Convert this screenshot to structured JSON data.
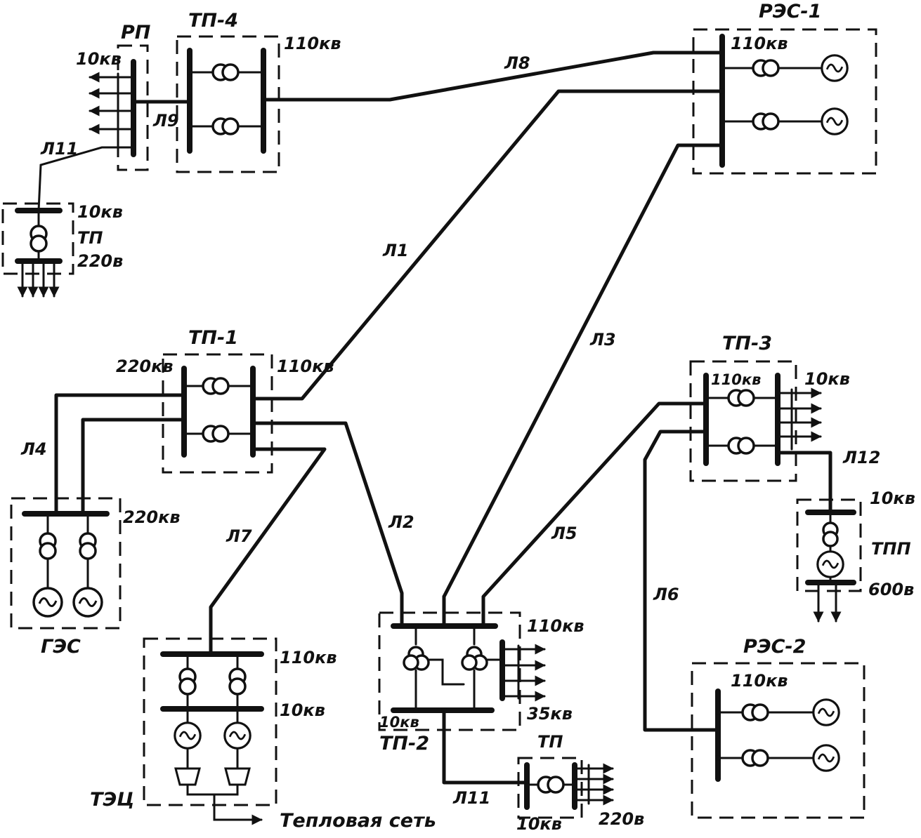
{
  "labels": {
    "rp": "РП",
    "tp4": "ТП-4",
    "res1": "РЭС-1",
    "tp1": "ТП-1",
    "tp3": "ТП-3",
    "res2": "РЭС-2",
    "ges": "ГЭС",
    "tec": "ТЭЦ",
    "tp2": "ТП-2",
    "tp_top": "ТП",
    "tp_bottom": "ТП",
    "tpp": "ТПП",
    "heat_network": "Тепловая сеть"
  },
  "voltages": {
    "rp_10kv": "10кв",
    "tp4_110kv": "110кв",
    "res1_110kv": "110кв",
    "tp_top_10kv": "10кв",
    "tp_top_220v": "220в",
    "tp1_220kv": "220кв",
    "tp1_110kv": "110кв",
    "tp3_110kv": "110кв",
    "tp3_10kv": "10кв",
    "ges_220kv": "220кв",
    "tpp_10kv": "10кв",
    "tpp_600v": "600в",
    "tec_110kv": "110кв",
    "tec_10kv": "10кв",
    "tp2_110kv": "110кв",
    "tp2_35kv": "35кв",
    "tp2_10kv": "10кв",
    "res2_110kv": "110кв",
    "tp_bottom_10kv": "10кв",
    "tp_bottom_220v": "220в"
  },
  "lines": {
    "l1": "Л1",
    "l2": "Л2",
    "l3": "Л3",
    "l4": "Л4",
    "l5": "Л5",
    "l6": "Л6",
    "l7": "Л7",
    "l8": "Л8",
    "l9": "Л9",
    "l11_top": "Л11",
    "l11_bottom": "Л11",
    "l12": "Л12"
  }
}
